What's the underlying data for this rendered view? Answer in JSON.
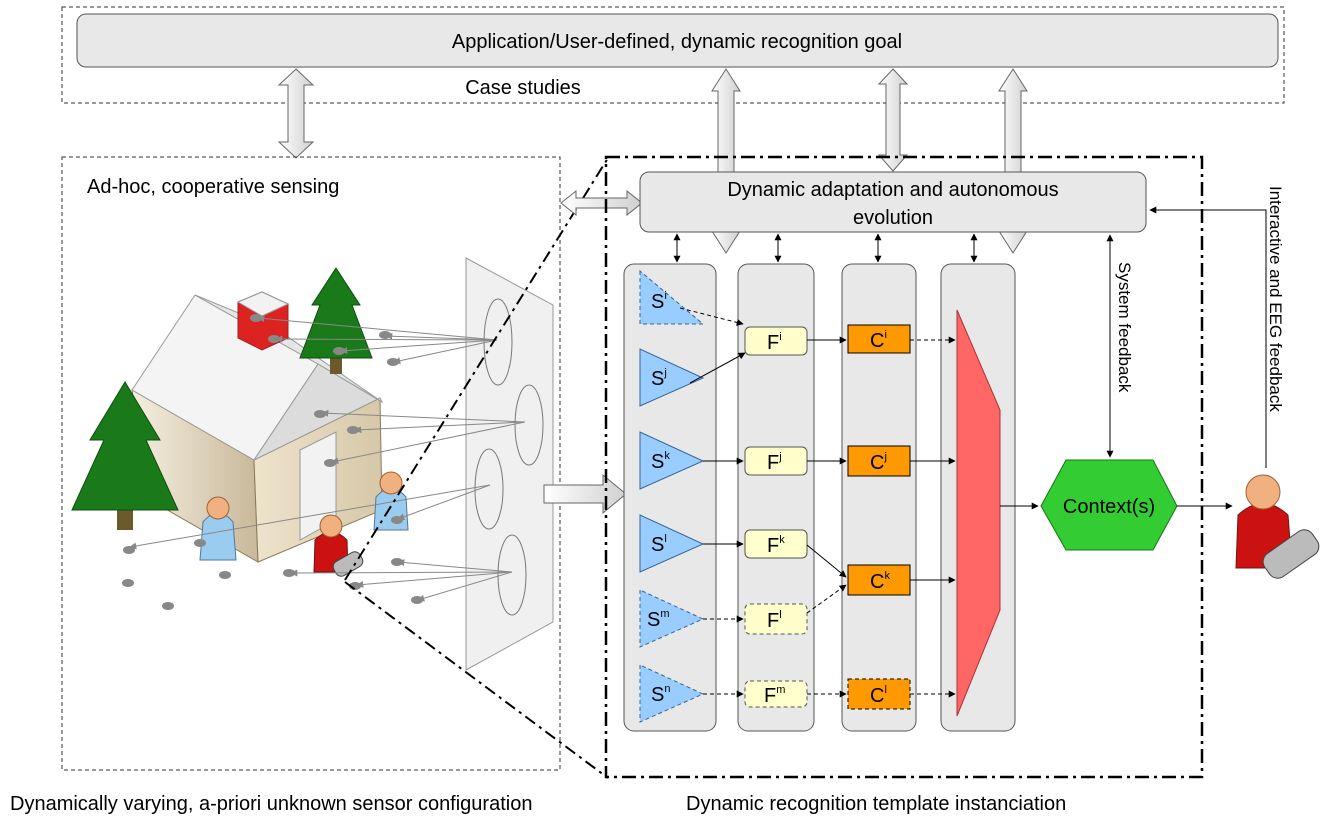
{
  "goal_box": {
    "label": "Application/User-defined, dynamic recognition goal"
  },
  "case_studies": {
    "label": "Case studies"
  },
  "sensing_panel": {
    "label": "Ad-hoc, cooperative sensing"
  },
  "adaptation_box": {
    "line1": "Dynamic adaptation and autonomous",
    "line2": "evolution"
  },
  "sensors": [
    {
      "base": "S",
      "sup": "i",
      "style": "dashed"
    },
    {
      "base": "S",
      "sup": "j",
      "style": "solid"
    },
    {
      "base": "S",
      "sup": "k",
      "style": "solid"
    },
    {
      "base": "S",
      "sup": "l",
      "style": "solid"
    },
    {
      "base": "S",
      "sup": "m",
      "style": "dashed"
    },
    {
      "base": "S",
      "sup": "n",
      "style": "dashed"
    }
  ],
  "features": [
    {
      "base": "F",
      "sup": "i",
      "style": "solid"
    },
    {
      "base": "F",
      "sup": "j",
      "style": "solid"
    },
    {
      "base": "F",
      "sup": "k",
      "style": "solid"
    },
    {
      "base": "F",
      "sup": "l",
      "style": "dashed"
    },
    {
      "base": "F",
      "sup": "m",
      "style": "dashed"
    }
  ],
  "classifiers": [
    {
      "base": "C",
      "sup": "i",
      "style": "solid"
    },
    {
      "base": "C",
      "sup": "j",
      "style": "solid"
    },
    {
      "base": "C",
      "sup": "k",
      "style": "solid"
    },
    {
      "base": "C",
      "sup": "l",
      "style": "dashed"
    }
  ],
  "context": {
    "label": "Context(s)"
  },
  "system_feedback": {
    "label": "System feedback"
  },
  "interactive_feedback": {
    "label": "Interactive and EEG feedback"
  },
  "caption_left": {
    "label": "Dynamically varying, a-priori unknown sensor configuration"
  },
  "caption_right": {
    "label": "Dynamic recognition template instanciation"
  },
  "colors": {
    "sensor_fill": "#99ccff",
    "feature_fill": "#ffffcc",
    "classifier_fill": "#ff9900",
    "fusion_fill": "#ff6666",
    "context_fill": "#33cc33",
    "column_fill": "#e8e8e8",
    "tree_green": "#1a7a1a"
  }
}
